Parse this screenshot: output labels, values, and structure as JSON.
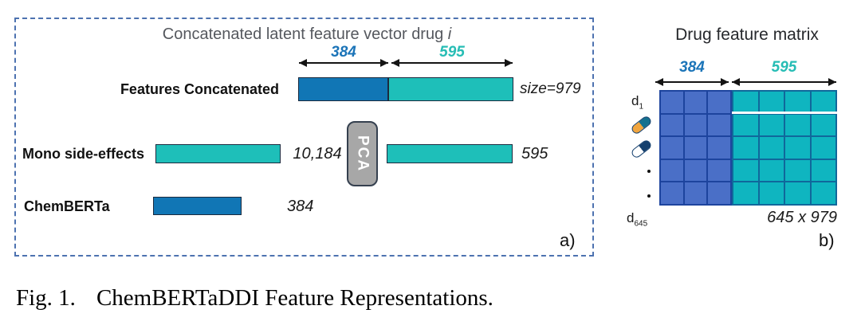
{
  "colors": {
    "accent_blue": "#1176b5",
    "accent_teal": "#1ebfb9",
    "num_blue": "#1b74b8",
    "num_teal": "#27bdb5",
    "matrix_blue": "#4a6fc7",
    "matrix_teal": "#0fb5c0",
    "matrix_blue_line": "#1d449e",
    "matrix_teal_line": "#10689b",
    "dash_border": "#4d72b0",
    "title_gray": "#55585e",
    "pca_gray": "#a7a7a7"
  },
  "panel_a": {
    "title_main": "Concatenated latent feature vector drug ",
    "title_var": "i",
    "dim_blue": "384",
    "dim_teal": "595",
    "rows": {
      "concatenated": {
        "label": "Features Concatenated",
        "size_note": "size=979"
      },
      "mono": {
        "label": "Mono side-effects",
        "input_size": "10,184",
        "pca_label": "PCA",
        "output_size": "595"
      },
      "chemberta": {
        "label": "ChemBERTa",
        "size": "384"
      }
    },
    "tag": "a)"
  },
  "panel_b": {
    "title": "Drug feature matrix",
    "dim_blue": "384",
    "dim_teal": "595",
    "matrix": {
      "rows": 5,
      "blue_cols": 3,
      "teal_cols": 4,
      "size_label": "645 x 979"
    },
    "row_labels": {
      "first_base": "d",
      "first_sub": "1",
      "last_base": "d",
      "last_sub": "645"
    },
    "icons": [
      "capsule-orange-blue",
      "capsule-white-navy",
      "dot",
      "dot"
    ],
    "tag": "b)"
  },
  "caption": {
    "fig_label": "Fig. 1.",
    "text": "ChemBERTaDDI Feature Representations."
  }
}
